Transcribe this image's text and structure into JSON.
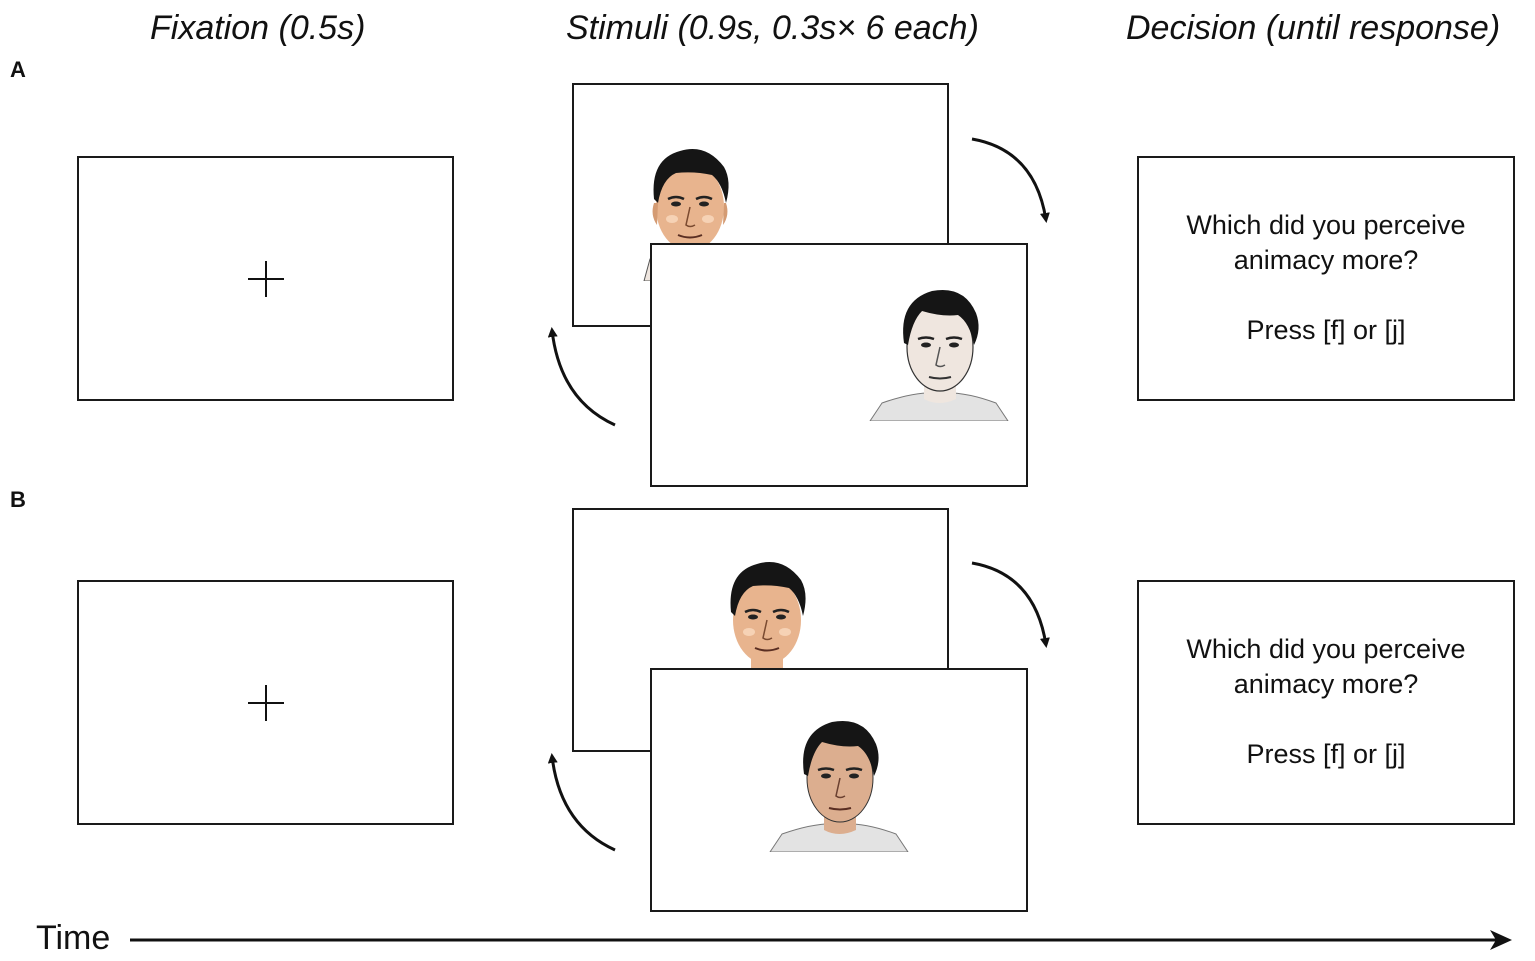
{
  "headers": {
    "fixation": "Fixation (0.5s)",
    "stimuli": "Stimuli (0.9s, 0.3s× 6 each)",
    "decision": "Decision (until response)"
  },
  "panels": [
    {
      "label": "A"
    },
    {
      "label": "B"
    }
  ],
  "decision_screen": {
    "question_line1": "Which did you perceive",
    "question_line2": "animacy more?",
    "instruction": "Press [f] or [j]"
  },
  "time_axis": {
    "label": "Time"
  },
  "icons": [
    "fixation-cross-icon",
    "face-illustration",
    "cycle-arrow-icon",
    "time-arrow-icon"
  ],
  "colors": {
    "skin_warm": "#e8b48e",
    "skin_cool": "#efe6df",
    "hair": "#151515",
    "line": "#1a1a1a"
  }
}
